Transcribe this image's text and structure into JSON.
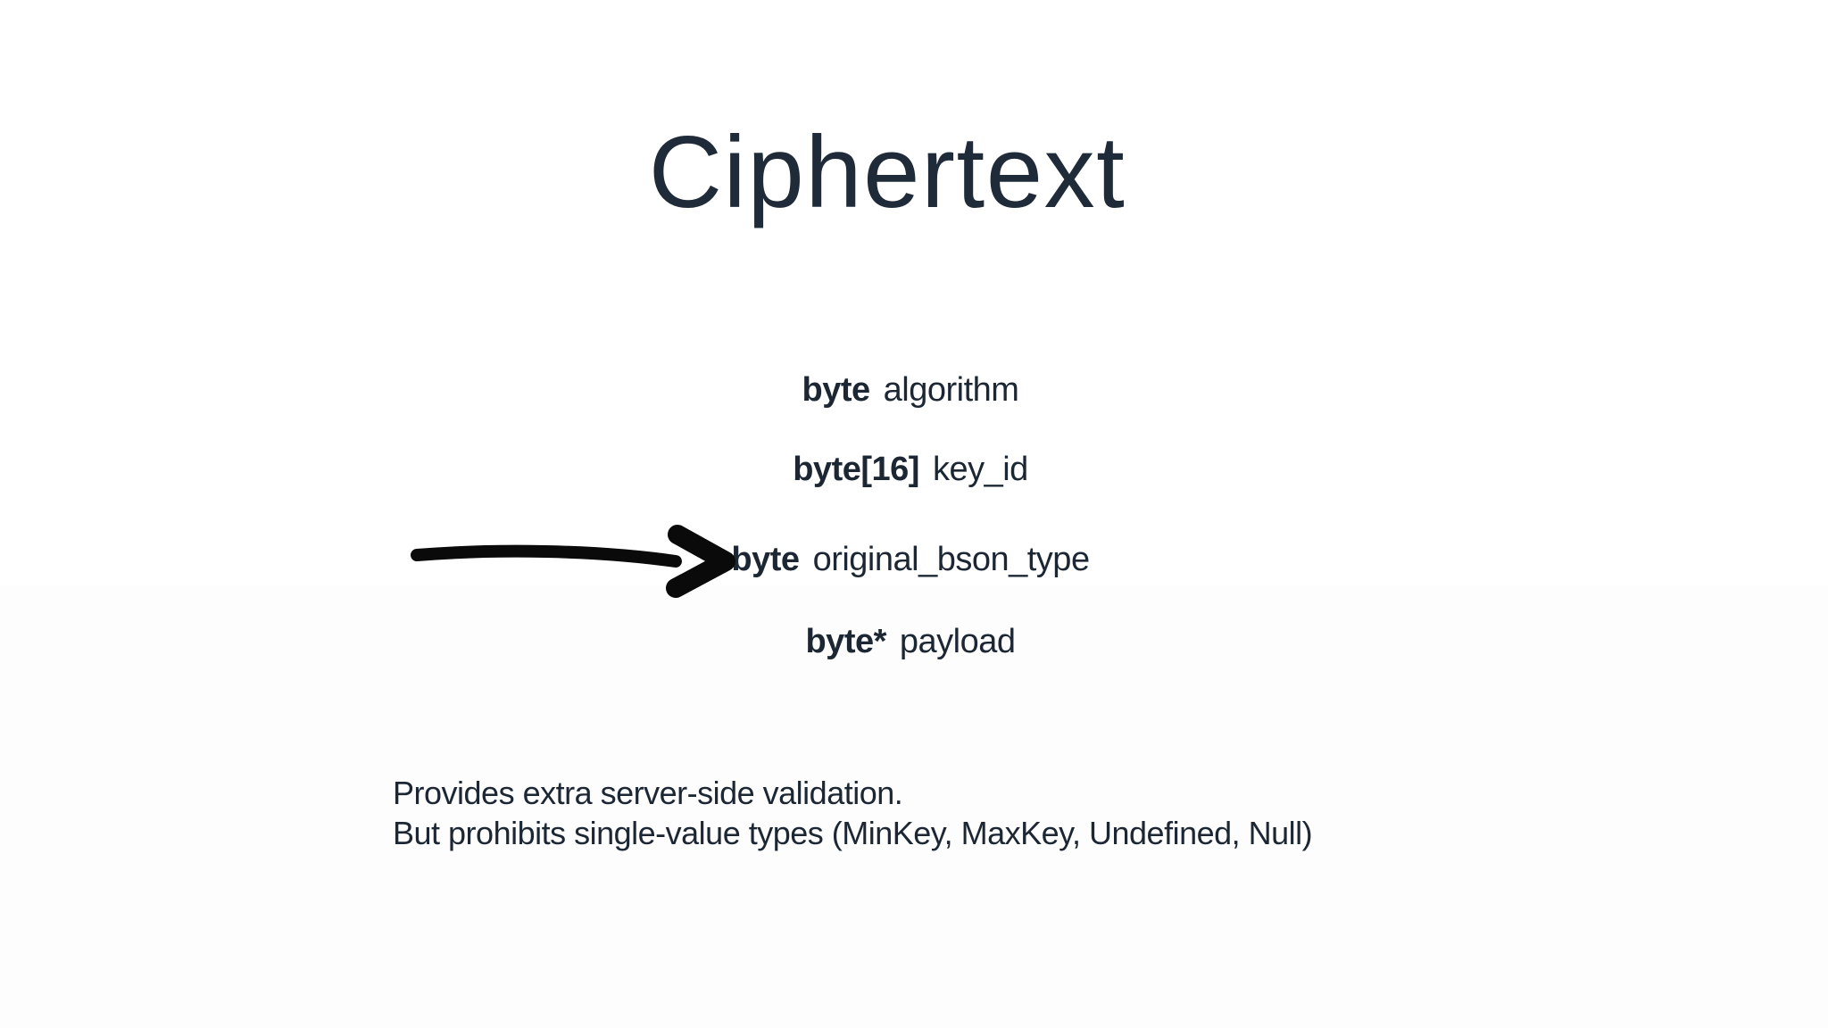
{
  "slide": {
    "title": "Ciphertext",
    "fields": [
      {
        "type": "byte",
        "name": "algorithm"
      },
      {
        "type": "byte[16]",
        "name": "key_id"
      },
      {
        "type": "byte",
        "name": "original_bson_type"
      },
      {
        "type": "byte*",
        "name": "payload"
      }
    ],
    "annotation_arrow": {
      "points_to": "original_bson_type",
      "color": "#0a0a0a"
    },
    "notes": {
      "line1": "Provides extra server-side validation.",
      "line2": "But prohibits single-value types (MinKey, MaxKey, Undefined, Null)"
    },
    "colors": {
      "background": "#ffffff",
      "text": "#1c2733",
      "title": "#1f2b38"
    }
  }
}
